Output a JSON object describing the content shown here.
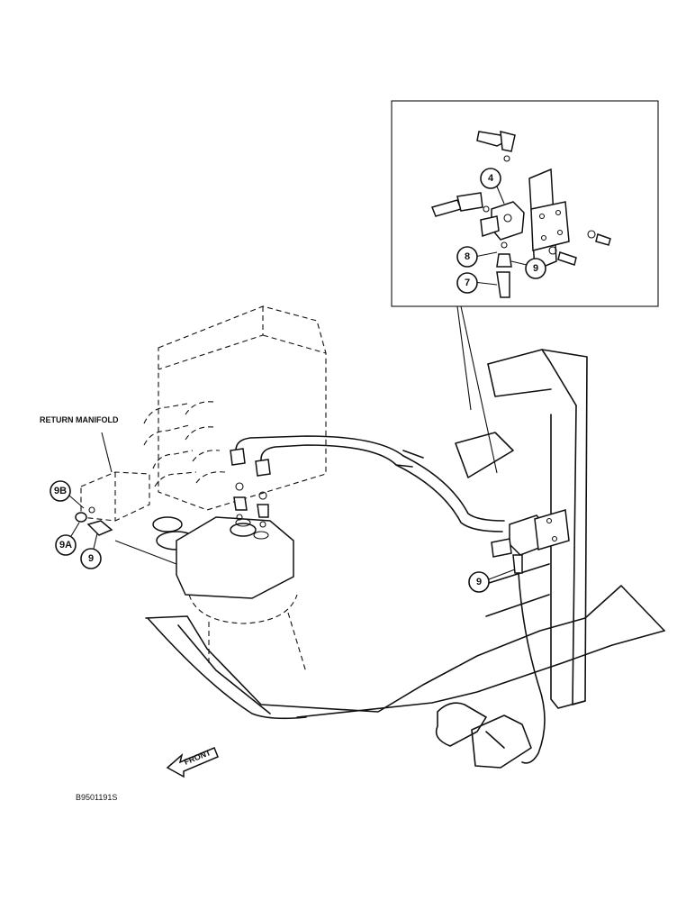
{
  "labels": {
    "return_manifold": "RETURN MANIFOLD",
    "front": "FRONT",
    "drawing_code": "B9501191S"
  },
  "callouts": {
    "c4": "4",
    "c8": "8",
    "c9_inset": "9",
    "c7": "7",
    "c9b": "9B",
    "c9a": "9A",
    "c9_manifold": "9",
    "c9_frame": "9"
  }
}
